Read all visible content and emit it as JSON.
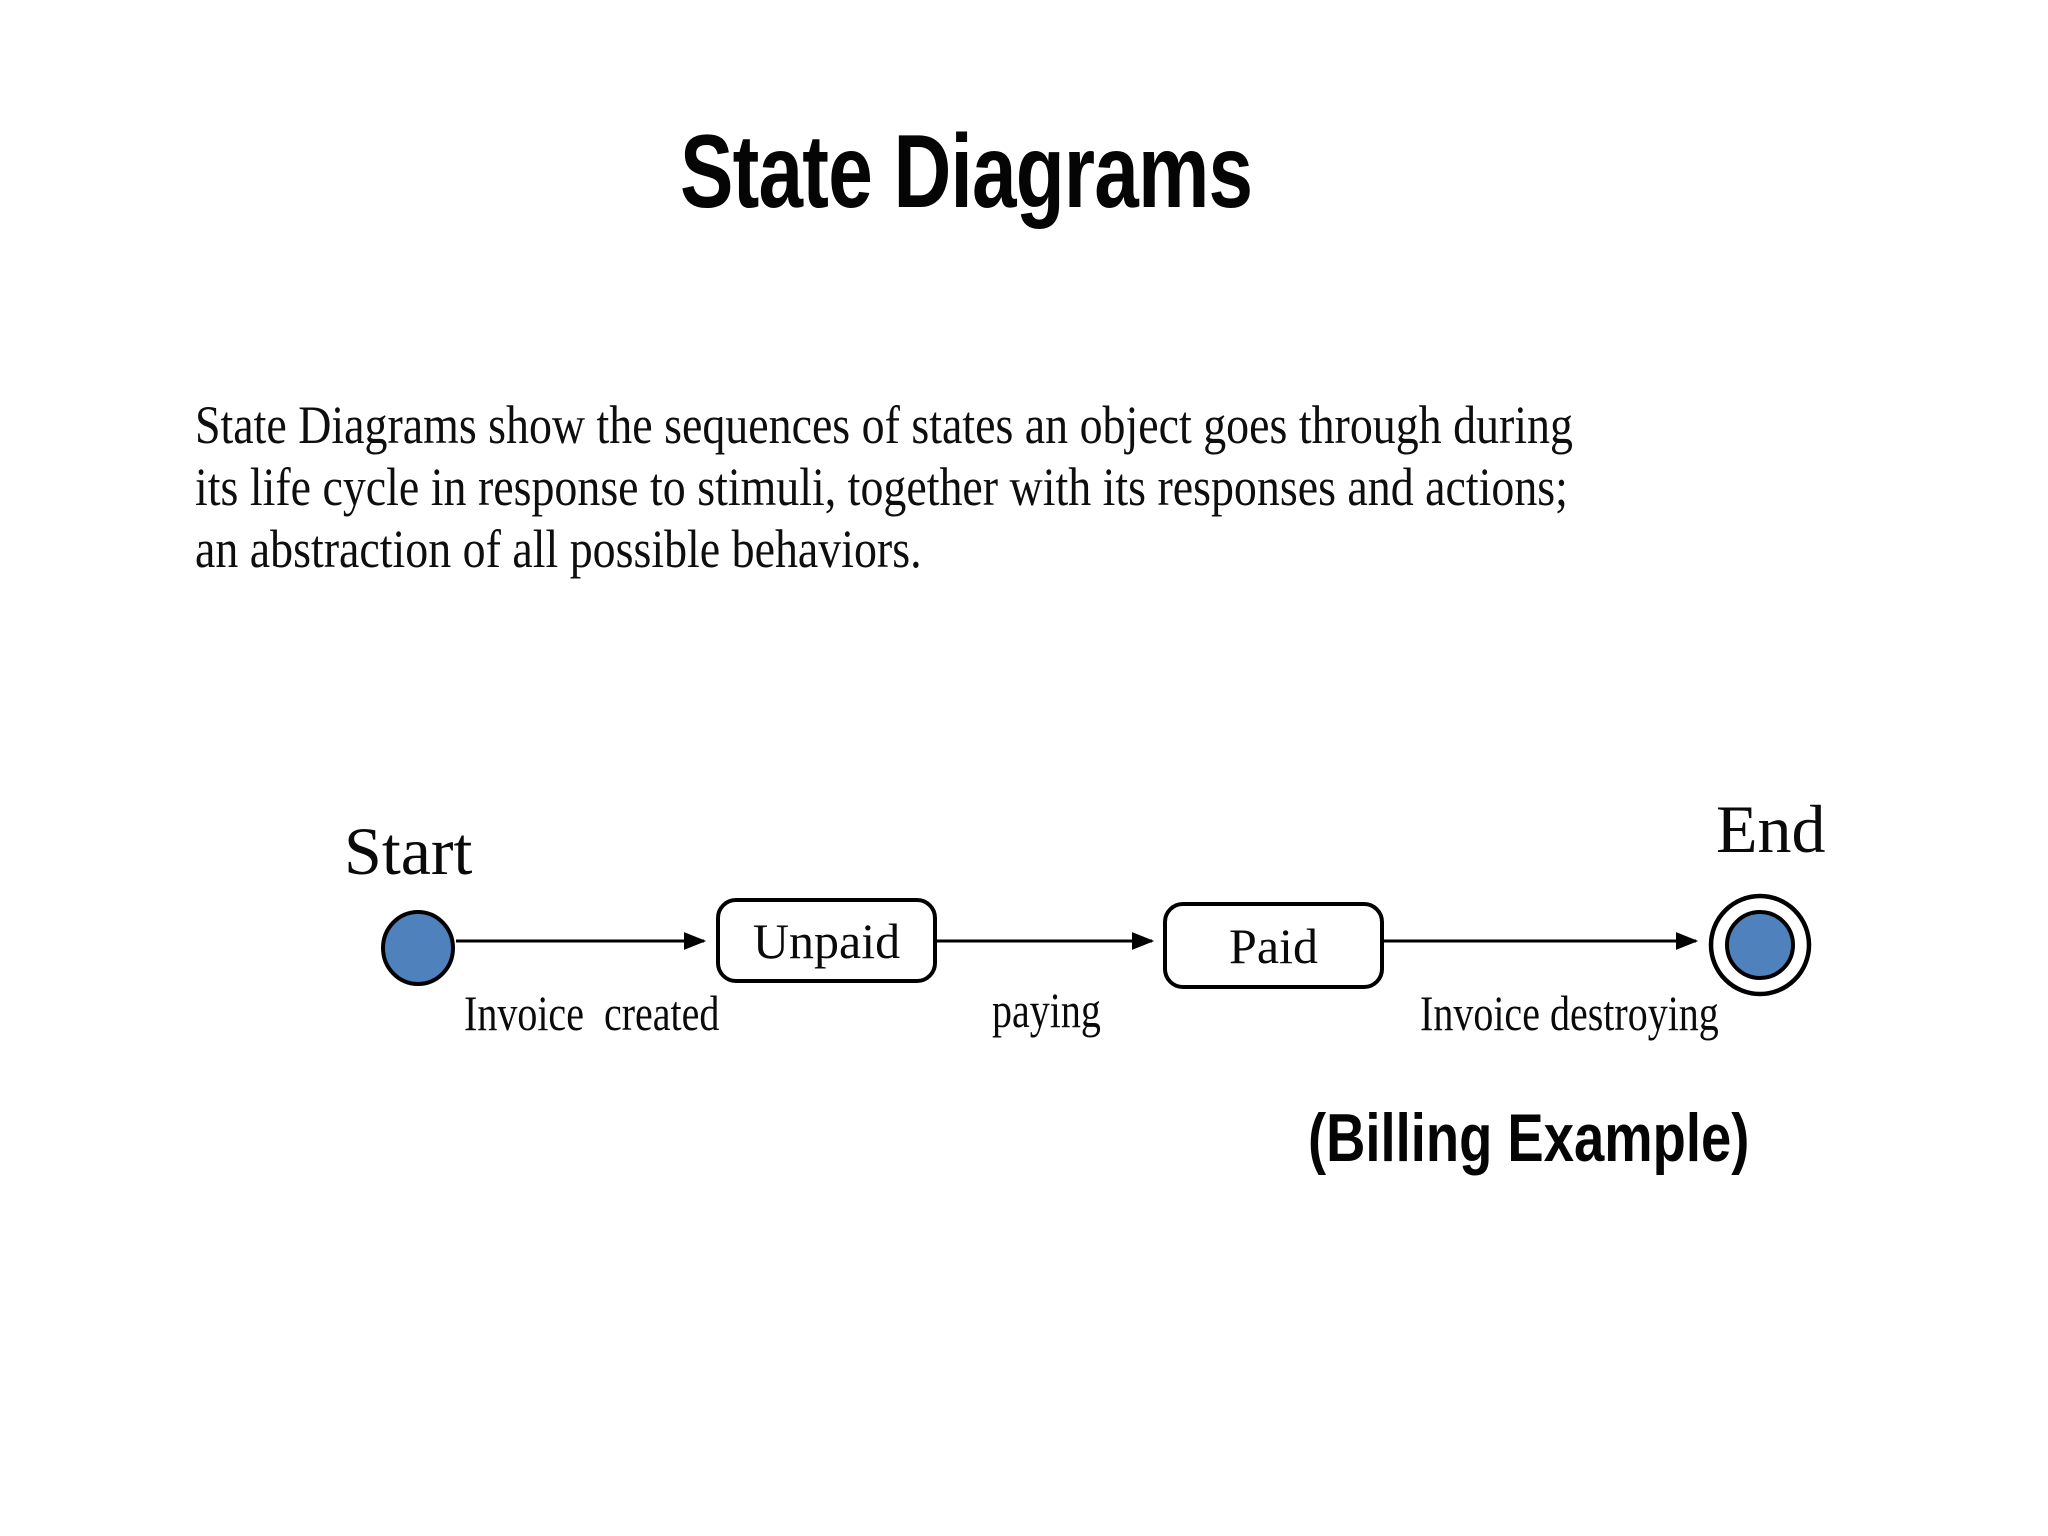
{
  "slide": {
    "title": "State Diagrams",
    "description_lines": [
      "State Diagrams show the sequences of states an object goes through during",
      "its life cycle in response to stimuli, together with its responses and actions;",
      "an abstraction of all possible behaviors."
    ],
    "caption": "(Billing Example)"
  },
  "diagram": {
    "type": "state-diagram",
    "start_label": "Start",
    "end_label": "End",
    "states": [
      {
        "id": "start",
        "kind": "initial",
        "label": ""
      },
      {
        "id": "unpaid",
        "kind": "state",
        "label": "Unpaid"
      },
      {
        "id": "paid",
        "kind": "state",
        "label": "Paid"
      },
      {
        "id": "end",
        "kind": "final",
        "label": ""
      }
    ],
    "transitions": [
      {
        "from": "start",
        "to": "unpaid",
        "label": "Invoice  created"
      },
      {
        "from": "unpaid",
        "to": "paid",
        "label": "paying"
      },
      {
        "from": "paid",
        "to": "end",
        "label": "Invoice destroying"
      }
    ],
    "colors": {
      "state_fill": "#4f81bd",
      "stroke": "#000000",
      "background": "#ffffff"
    }
  }
}
